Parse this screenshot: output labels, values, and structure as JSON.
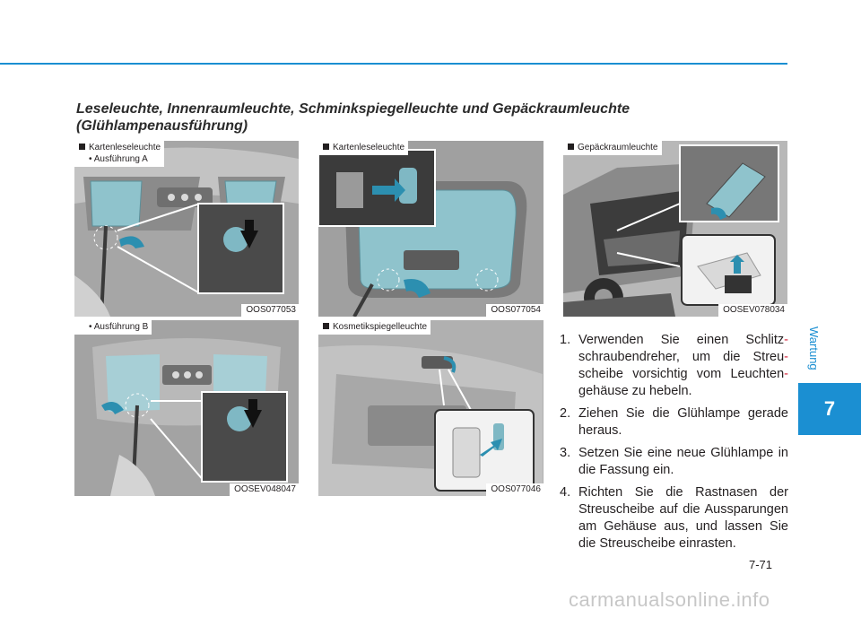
{
  "title": {
    "line1": "Leseleuchte, Innenraumleuchte, Schminkspiegelleuchte und Gepäckraumleuchte",
    "line2": "(Glühlampenausführung)"
  },
  "figures": [
    {
      "caption": "Kartenleseleuchte",
      "sub": "• Ausführung A",
      "code": "OOS077053"
    },
    {
      "caption": "Kartenleseleuchte",
      "code": "OOS077054"
    },
    {
      "caption": "Gepäckraumleuchte",
      "code": "OOSEV078034"
    },
    {
      "sub": "• Ausführung B",
      "code": "OOSEV048047"
    },
    {
      "caption": "Kosmetikspiegelleuchte",
      "code": "OOS077046"
    }
  ],
  "steps": [
    {
      "num": "1.",
      "text_a": "Verwenden Sie einen Schlitz",
      "hy_a": "-",
      "text_b": "schraubendreher, um die Streu",
      "hy_b": "-",
      "text_c": "scheibe vorsichtig vom Leuchten",
      "hy_c": "-",
      "text_d": "gehäuse zu hebeln."
    },
    {
      "num": "2.",
      "text": "Ziehen Sie die Glühlampe gerade heraus."
    },
    {
      "num": "3.",
      "text": "Setzen Sie eine neue Glühlampe in die Fassung ein."
    },
    {
      "num": "4.",
      "text": "Richten Sie die Rastnasen der Streuscheibe auf die Aussparungen am Gehäuse aus, und lassen Sie die Streuscheibe einrasten."
    }
  ],
  "side_tab": {
    "label": "Wartung",
    "chapter": "7"
  },
  "page_number": "7-71",
  "watermark": "carmanualsonline.info",
  "colors": {
    "accent": "#1b8fd2",
    "hyphen": "#d6243a",
    "lens": "#7fb8c4",
    "arrow": "#2c8fb0"
  }
}
